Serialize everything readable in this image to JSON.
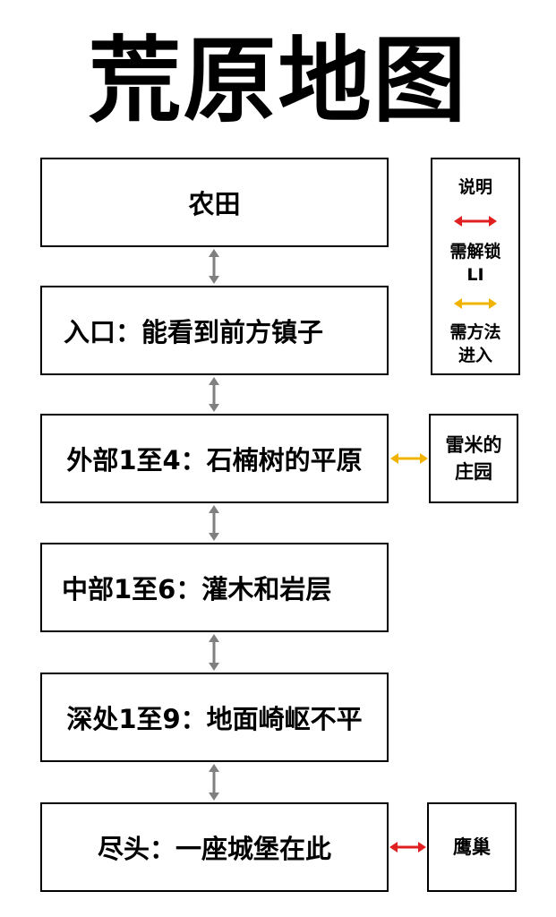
{
  "title": "荒原地图",
  "zones": [
    {
      "label": "农田"
    },
    {
      "label": "入口：能看到前方镇子"
    },
    {
      "label": "外部1至4：石楠树的平原"
    },
    {
      "label": "中部1至6：灌木和岩层"
    },
    {
      "label": "深处1至9：地面崎岖不平"
    },
    {
      "label": "尽头：一座城堡在此"
    }
  ],
  "side_locations": [
    {
      "line1": "雷米的",
      "line2": "庄园",
      "connection": "yellow"
    },
    {
      "line1": "鹰巢",
      "connection": "red"
    }
  ],
  "legend": {
    "title": "说明",
    "red_label_1": "需解锁",
    "red_label_2": "LI",
    "yellow_label_1": "需方法",
    "yellow_label_2": "进入"
  },
  "colors": {
    "gray_arrow": "#808080",
    "red_arrow": "#e02020",
    "yellow_arrow": "#f0b400"
  }
}
